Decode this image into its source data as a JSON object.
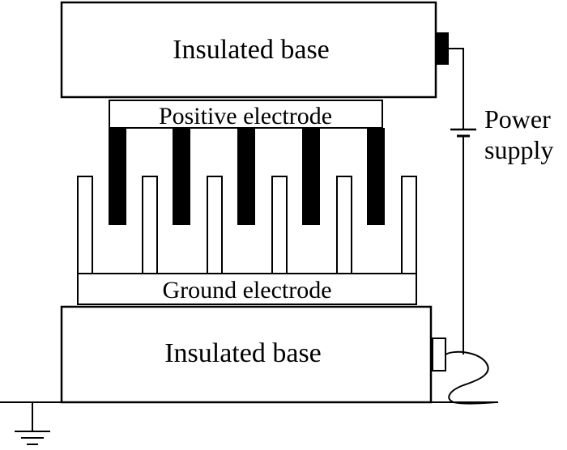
{
  "diagram": {
    "top_base_label": "Insulated base",
    "positive_electrode_label": "Positive electrode",
    "ground_electrode_label": "Ground electrode",
    "bottom_base_label": "Insulated base",
    "power_supply_line1": "Power",
    "power_supply_line2": "supply",
    "positive_teeth_count": 5,
    "ground_teeth_count": 6,
    "colors": {
      "stroke": "#000000",
      "positive_teeth": "#000000",
      "background": "#ffffff"
    }
  }
}
